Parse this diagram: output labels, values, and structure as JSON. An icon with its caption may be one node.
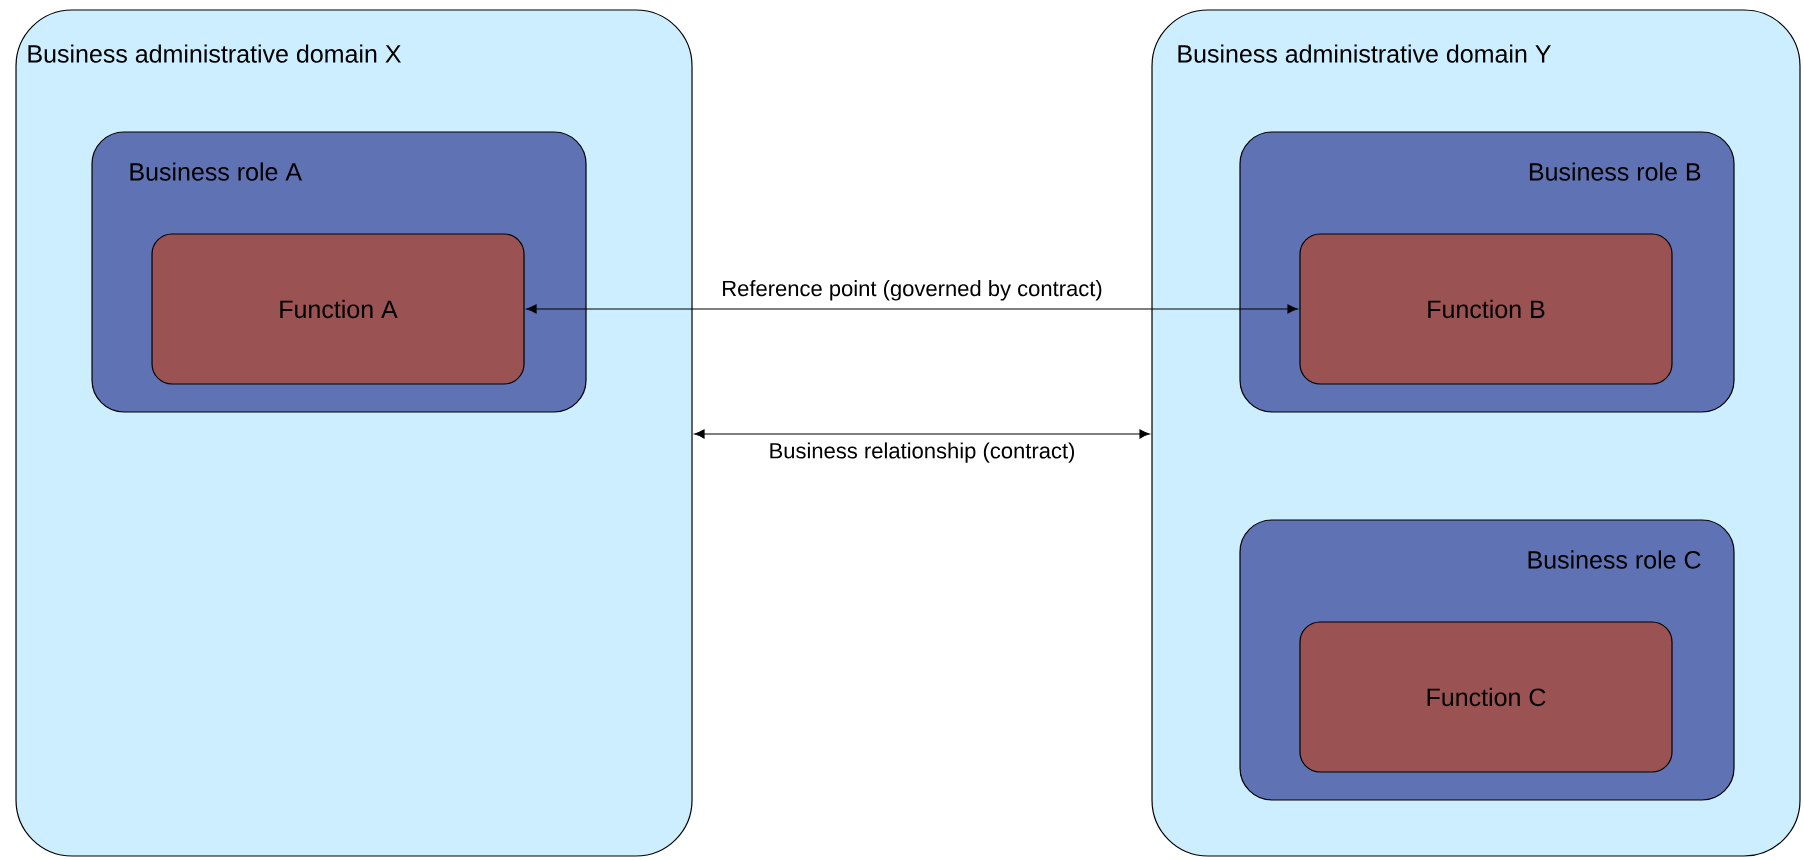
{
  "diagram": {
    "nodes": [
      {
        "text": [
          "Business administrative domain X"
        ]
      },
      {
        "text": [
          "Business role A"
        ],
        "in": 0
      },
      {
        "text": [
          "Function A"
        ],
        "in": 1
      },
      {
        "text": [
          "Business administrative domain Y"
        ]
      },
      {
        "text": [
          "Business role B"
        ],
        "in": 3
      },
      {
        "text": [
          "Function B"
        ],
        "in": 4
      },
      {
        "text": [
          "Business role C"
        ],
        "in": 3
      },
      {
        "text": [
          "Function C"
        ],
        "in": 6
      }
    ],
    "edges": [
      {
        "from": 2,
        "to": 5,
        "arrow": "both",
        "label": "Reference point (governed by contract)"
      },
      {
        "from": 0,
        "to": 3,
        "arrow": "both",
        "label": "Business relationship (contract)"
      }
    ]
  }
}
